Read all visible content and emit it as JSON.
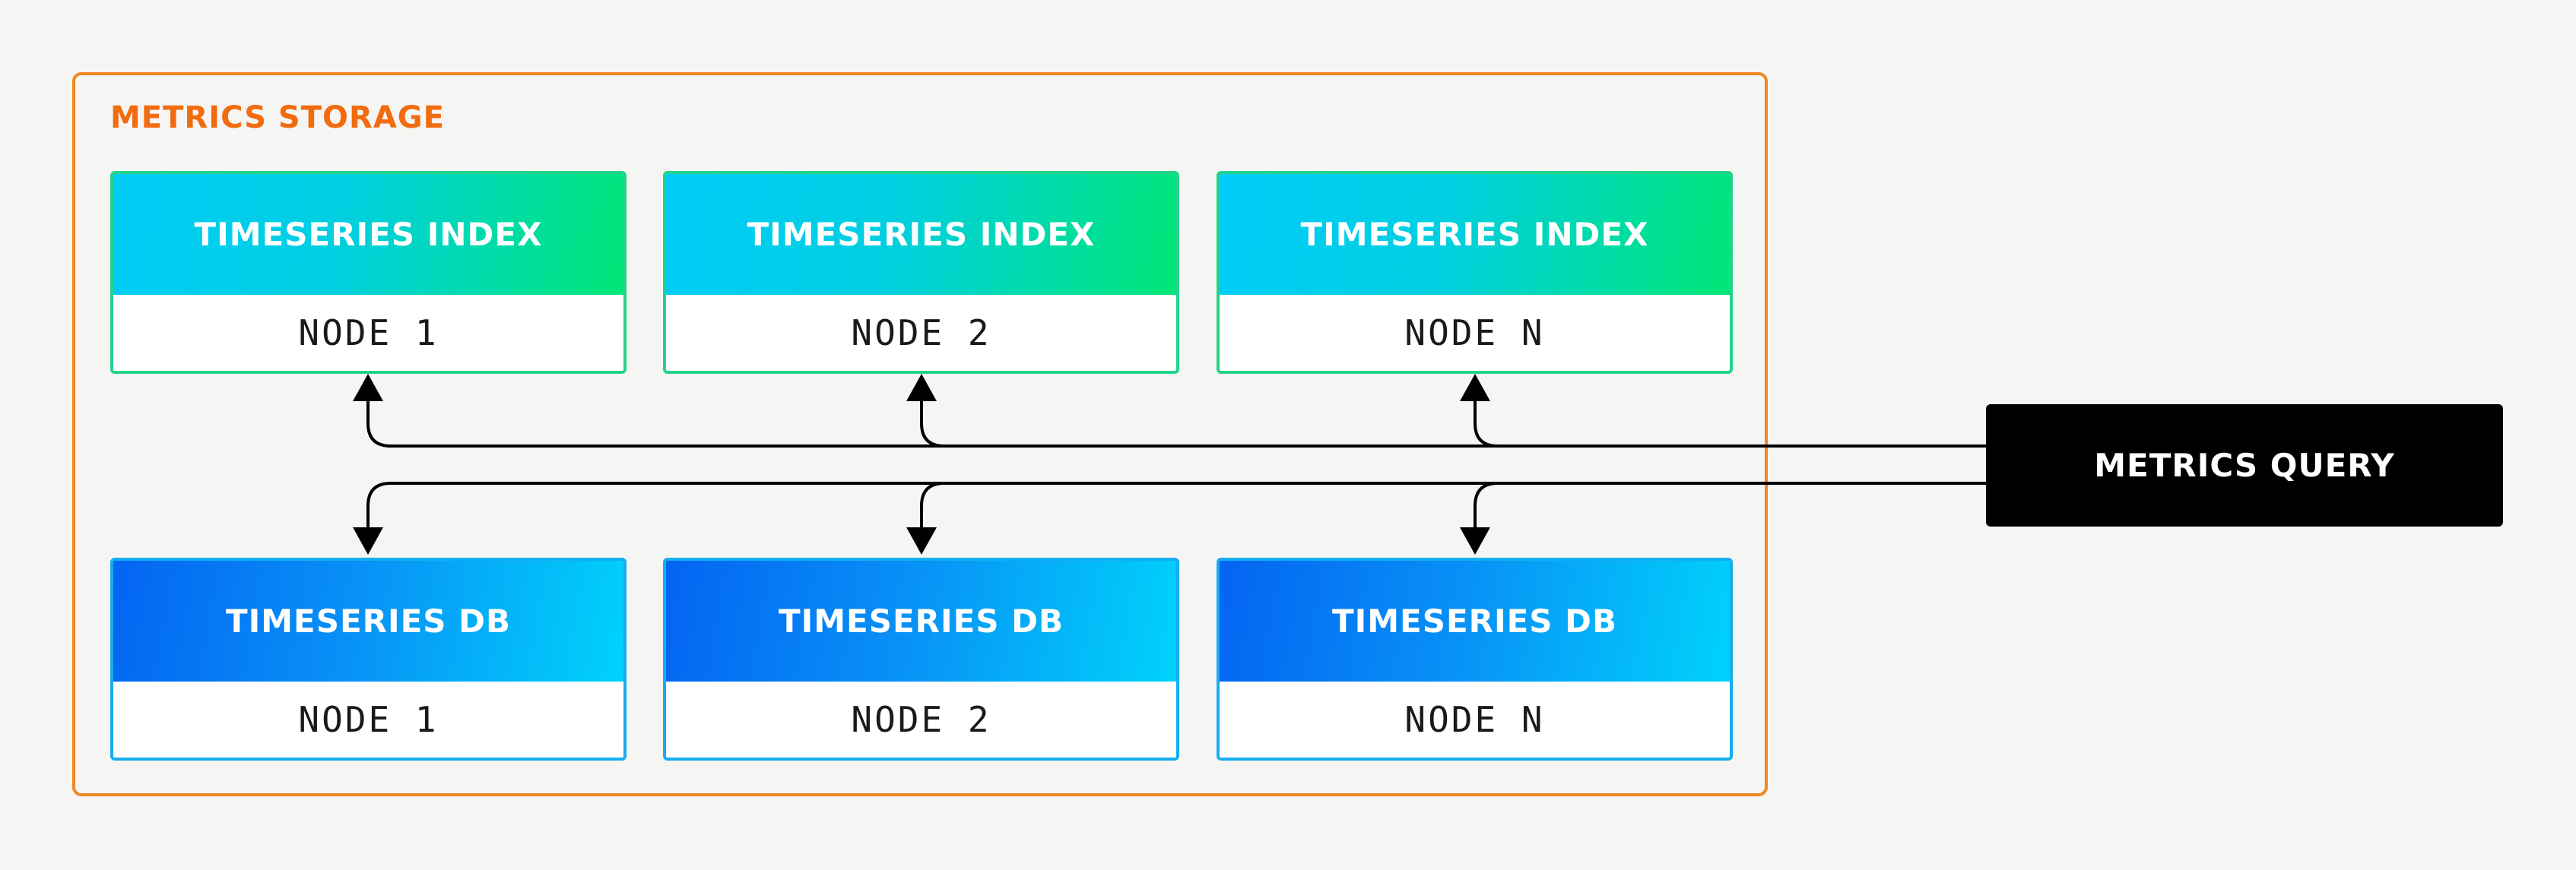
{
  "storage": {
    "title": "METRICS STORAGE"
  },
  "index_nodes": [
    {
      "title": "TIMESERIES INDEX",
      "node": "NODE 1"
    },
    {
      "title": "TIMESERIES INDEX",
      "node": "NODE 2"
    },
    {
      "title": "TIMESERIES INDEX",
      "node": "NODE N"
    }
  ],
  "db_nodes": [
    {
      "title": "TIMESERIES DB",
      "node": "NODE 1"
    },
    {
      "title": "TIMESERIES DB",
      "node": "NODE 2"
    },
    {
      "title": "TIMESERIES DB",
      "node": "NODE N"
    }
  ],
  "query": {
    "label": "METRICS QUERY"
  },
  "colors": {
    "storage_border": "#f08a24",
    "storage_title": "#f26b0f",
    "index_gradient_start": "#00ccf8",
    "index_gradient_end": "#00e676",
    "db_gradient_start": "#0464f2",
    "db_gradient_end": "#00d2fb",
    "query_background": "#000000",
    "connector": "#000000"
  }
}
